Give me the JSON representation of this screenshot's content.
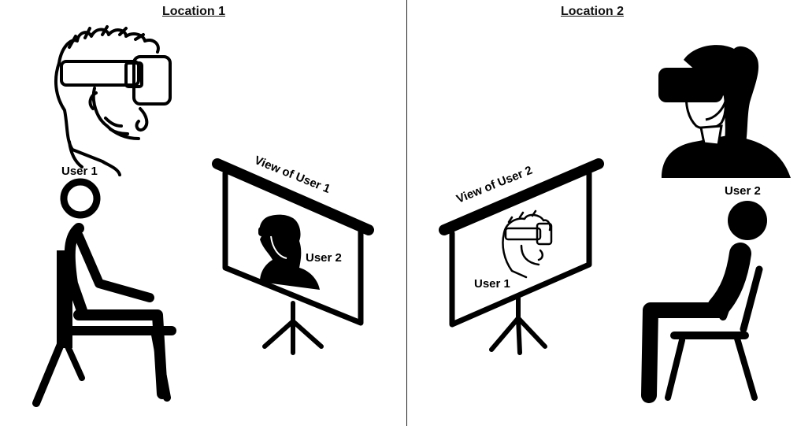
{
  "left_panel": {
    "heading": "Location 1",
    "user_label": "User 1",
    "screen_caption": "View of User 1",
    "screen_user_label": "User 2"
  },
  "right_panel": {
    "heading": "Location 2",
    "user_label": "User 2",
    "screen_caption": "View of User 2",
    "screen_user_label": "User 1"
  },
  "icons": {
    "left_headset": "vr-headset-man-icon",
    "right_headset": "vr-headset-woman-icon",
    "person": "seated-person-icon",
    "screen": "projector-screen-icon"
  },
  "colors": {
    "ink": "#000000",
    "background": "#ffffff"
  }
}
